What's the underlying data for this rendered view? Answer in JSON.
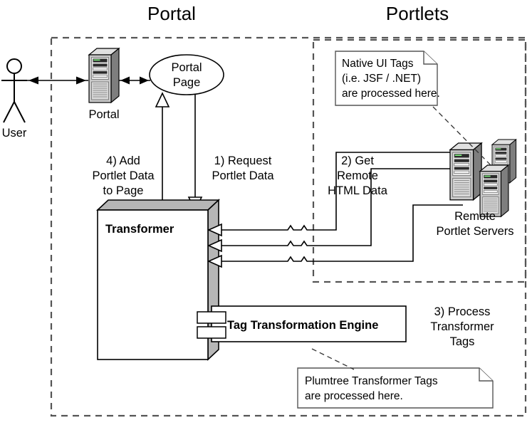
{
  "diagram": {
    "title_portal": "Portal",
    "title_portlets": "Portlets",
    "actor_label": "User",
    "portal_server_label": "Portal",
    "portal_page_line1": "Portal",
    "portal_page_line2": "Page",
    "transformer_label": "Transformer",
    "tag_engine_label": "Tag Transformation Engine",
    "remote_servers_line1": "Remote",
    "remote_servers_line2": "Portlet Servers",
    "step1_line1": "1) Request",
    "step1_line2": "Portlet Data",
    "step2_line1": "2) Get",
    "step2_line2": "Remote",
    "step2_line3": "HTML Data",
    "step3_line1": "3) Process",
    "step3_line2": "Transformer",
    "step3_line3": "Tags",
    "step4_line1": "4) Add",
    "step4_line2": "Portlet Data",
    "step4_line3": "to Page",
    "note_native_line1": "Native UI Tags",
    "note_native_line2": "(i.e. JSF / .NET)",
    "note_native_line3": "are processed here.",
    "note_plumtree_line1": "Plumtree Transformer Tags",
    "note_plumtree_line2": "are processed here."
  },
  "colors": {
    "background": "#ffffff",
    "stroke": "#000000",
    "boundary_dash": "#555555",
    "box_shade": "#b6b6b6",
    "server_body": "#c9c9c9",
    "server_side": "#7e7e7e",
    "server_screen": "#2b2b2b"
  },
  "icons": {
    "actor": "user-stick-figure-icon",
    "portal_server": "server-tower-icon",
    "remote_server": "server-tower-icon",
    "note": "uml-note-icon",
    "socket": "uml-interface-socket-icon"
  }
}
